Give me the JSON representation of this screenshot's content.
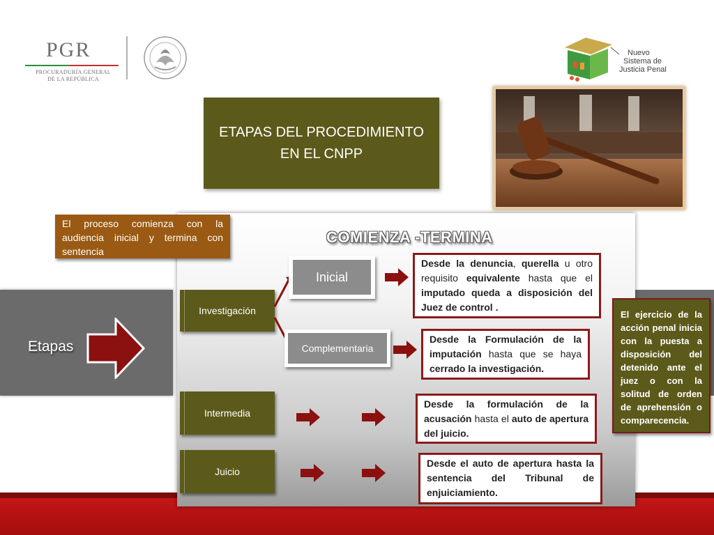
{
  "header": {
    "pgr_logo": {
      "abbr": "PGR",
      "line1": "PROCURADURÍA GENERAL",
      "line2": "DE LA REPÚBLICA"
    },
    "seal_icon": "escudo-nacional-icon",
    "nsjp_logo": {
      "line1": "Nuevo",
      "line2": "Sistema de",
      "line3": "Justicia Penal"
    }
  },
  "title": "ETAPAS DEL PROCEDIMIENTO EN EL CNPP",
  "photo_icon": "gavel-photo",
  "comienza_termina": "COMIENZA -TERMINA",
  "intro": "El proceso comienza con la audiencia inicial y termina con sentencia",
  "etapas_label": "Etapas",
  "stages": {
    "investigacion": "Investigación",
    "inicial": "Inicial",
    "complementaria": "Complementaria",
    "intermedia": "Intermedia",
    "juicio": "Juicio"
  },
  "descriptions": {
    "inicial": {
      "t1": "Desde la denuncia",
      "t2": ", ",
      "t3": "querella",
      "t4": " u otro requisito ",
      "t5": "equivalente",
      "t6": "  hasta que el ",
      "t7": "imputado queda a disposición del Juez de control ."
    },
    "complementaria": {
      "t1": "Desde la Formulación de la imputación",
      "t2": "  hasta que se haya ",
      "t3": "cerrado la investigación."
    },
    "intermedia": {
      "t1": "Desde la formulación de la acusación",
      "t2": " hasta el ",
      "t3": "auto de apertura del juicio."
    },
    "juicio": {
      "t1": "Desde el auto de apertura  hasta la sentencia del  Tribunal de enjuiciamiento."
    }
  },
  "ejercicio": "El ejercicio de la acción penal inicia con la puesta a disposición del detenido ante el juez o con la solitud de orden de aprehensión o comparecencia.",
  "colors": {
    "olive": "#5c5a1a",
    "brown": "#9a5a13",
    "dark_red": "#8b1a1a",
    "gray": "#6b6b6b"
  }
}
